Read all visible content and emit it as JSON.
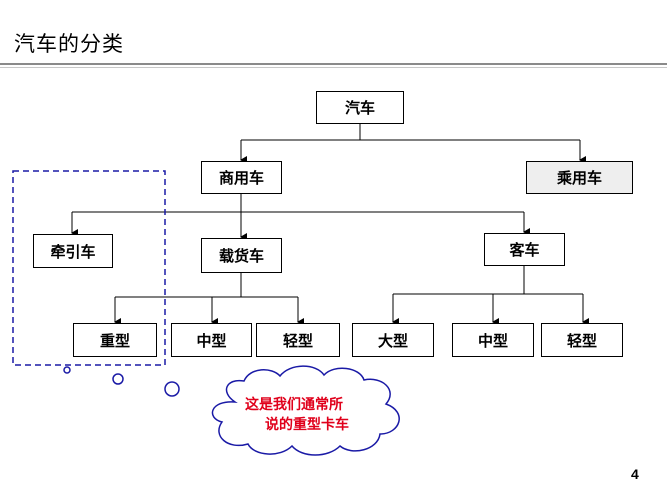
{
  "slide": {
    "title": "汽车的分类",
    "page_number": "4"
  },
  "tree": {
    "root": "汽车",
    "level1": {
      "commercial": "商用车",
      "passenger": "乘用车"
    },
    "level2": {
      "tractor": "牵引车",
      "cargo": "载货车",
      "bus": "客车"
    },
    "cargo_types": {
      "heavy": "重型",
      "medium": "中型",
      "light": "轻型"
    },
    "bus_types": {
      "large": "大型",
      "medium": "中型",
      "light": "轻型"
    }
  },
  "callout": {
    "line1": "这是我们通常所",
    "line2": "说的重型卡车",
    "text_color": "#e0001b",
    "outline_color": "#1a1aa6"
  }
}
